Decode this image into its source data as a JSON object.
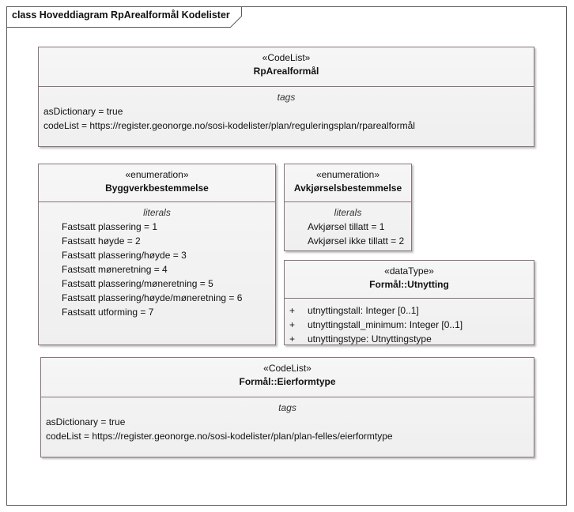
{
  "diagram": {
    "title": "class Hoveddiagram RpArealformål Kodelister"
  },
  "classes": {
    "rparealformal": {
      "stereotype": "«CodeList»",
      "name": "RpArealformål",
      "section_title": "tags",
      "lines": [
        "asDictionary = true",
        "codeList = https://register.geonorge.no/sosi-kodelister/plan/reguleringsplan/rparealformål"
      ]
    },
    "byggverk": {
      "stereotype": "«enumeration»",
      "name": "Byggverkbestemmelse",
      "section_title": "literals",
      "lines": [
        "Fastsatt plassering = 1",
        "Fastsatt høyde = 2",
        "Fastsatt plassering/høyde = 3",
        "Fastsatt møneretning = 4",
        "Fastsatt plassering/møneretning = 5",
        "Fastsatt plassering/høyde/møneretning = 6",
        "Fastsatt utforming = 7"
      ]
    },
    "avkjorsel": {
      "stereotype": "«enumeration»",
      "name": "Avkjørselsbestemmelse",
      "section_title": "literals",
      "lines": [
        "Avkjørsel tillatt = 1",
        "Avkjørsel ikke tillatt = 2"
      ]
    },
    "utnytting": {
      "stereotype": "«dataType»",
      "name": "Formål::Utnytting",
      "attributes": [
        {
          "visibility": "+",
          "text": "utnyttingstall: Integer [0..1]"
        },
        {
          "visibility": "+",
          "text": "utnyttingstall_minimum: Integer [0..1]"
        },
        {
          "visibility": "+",
          "text": "utnyttingstype: Utnyttingstype"
        }
      ]
    },
    "eierformtype": {
      "stereotype": "«CodeList»",
      "name": "Formål::Eierformtype",
      "section_title": "tags",
      "lines": [
        "asDictionary = true",
        "codeList = https://register.geonorge.no/sosi-kodelister/plan/plan-felles/eierformtype"
      ]
    }
  }
}
